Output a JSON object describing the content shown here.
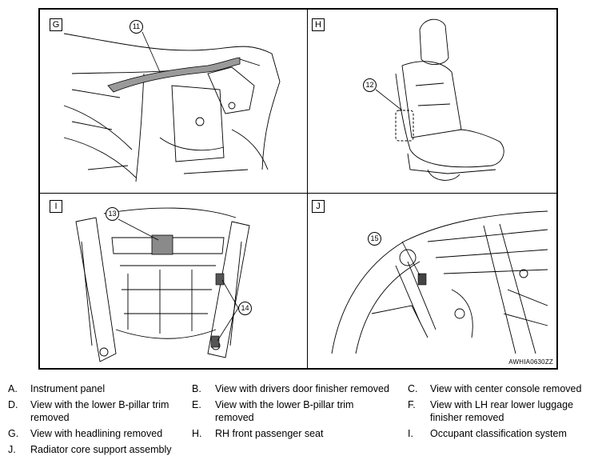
{
  "figure": {
    "code": "AWHIA0630ZZ",
    "panels": [
      {
        "letter": "G",
        "callouts": [
          "11"
        ]
      },
      {
        "letter": "H",
        "callouts": [
          "12"
        ]
      },
      {
        "letter": "I",
        "callouts": [
          "13",
          "14"
        ]
      },
      {
        "letter": "J",
        "callouts": [
          "15"
        ]
      }
    ]
  },
  "legend": [
    {
      "letter": "A.",
      "text": "Instrument panel"
    },
    {
      "letter": "B.",
      "text": "View with drivers door finisher removed"
    },
    {
      "letter": "C.",
      "text": "View with center console removed"
    },
    {
      "letter": "D.",
      "text": "View with the lower B-pillar trim removed"
    },
    {
      "letter": "E.",
      "text": "View with the lower B-pillar trim removed"
    },
    {
      "letter": "F.",
      "text": "View with LH rear lower luggage finisher removed"
    },
    {
      "letter": "G.",
      "text": "View with headlining removed"
    },
    {
      "letter": "H.",
      "text": "RH front passenger seat"
    },
    {
      "letter": "I.",
      "text": "Occupant classification system"
    },
    {
      "letter": "J.",
      "text": "Radiator core support assembly"
    }
  ]
}
